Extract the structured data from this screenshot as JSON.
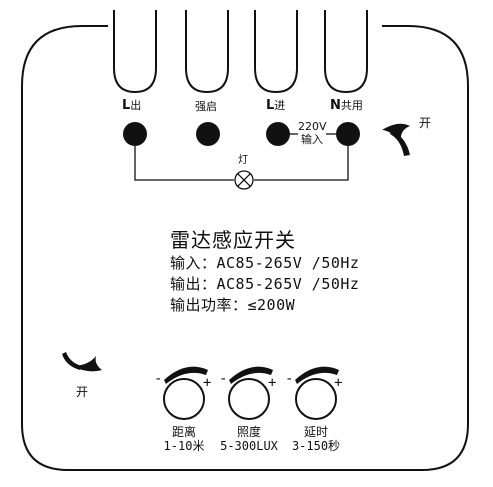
{
  "terminals": [
    {
      "label": "L",
      "sub": "出"
    },
    {
      "label": "",
      "sub": "强启"
    },
    {
      "label": "L",
      "sub": "进"
    },
    {
      "label": "N",
      "sub": "共用"
    }
  ],
  "voltage_note": {
    "line1": "220V",
    "line2": "输入"
  },
  "lamp_label": "灯",
  "open_labels": {
    "right": "开",
    "left": "开"
  },
  "title": "雷达感应开关",
  "specs": [
    "输入：AC85-265V /50Hz",
    "输出：AC85-265V /50Hz",
    "输出功率：≤200W"
  ],
  "knobs": [
    {
      "name": "距离",
      "range": "1-10米",
      "minus": "-",
      "plus": "+"
    },
    {
      "name": "照度",
      "range": "5-300LUX",
      "minus": "-",
      "plus": "+"
    },
    {
      "name": "延时",
      "range": "3-150秒",
      "minus": "-",
      "plus": "+"
    }
  ],
  "colors": {
    "ink": "#111111",
    "background": "#ffffff"
  }
}
